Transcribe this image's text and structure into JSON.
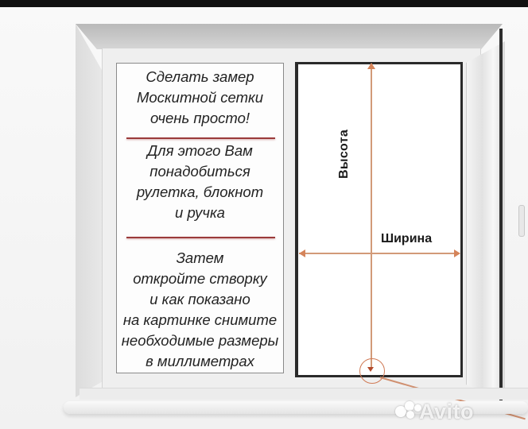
{
  "instruction_panel": {
    "block1": [
      "Сделать замер",
      "Москитной сетки",
      "очень просто!"
    ],
    "block2": [
      "Для этого Вам",
      "понадобиться",
      "рулетка, блокнот",
      "и ручка"
    ],
    "block3": [
      "Затем",
      "откройте створку",
      "и как показано",
      "на картинке снимите",
      "необходимые размеры",
      "в миллиметрах"
    ]
  },
  "diagram": {
    "height_label": "Высота",
    "width_label": "Ширина",
    "arrow_color": "#d29a78",
    "marker_color": "#d07a55"
  },
  "watermark": {
    "text": "Avito"
  }
}
